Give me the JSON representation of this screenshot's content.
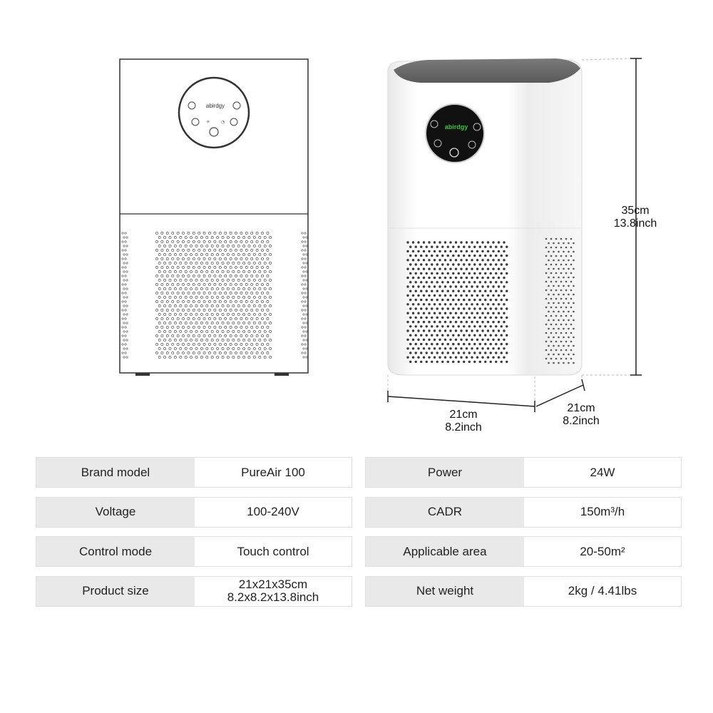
{
  "dimensions": {
    "height_cm": "35cm",
    "height_inch": "13.8inch",
    "width_cm": "21cm",
    "width_inch": "8.2inch",
    "depth_cm": "21cm",
    "depth_inch": "8.2inch"
  },
  "product": {
    "brand_logo": "abirdgy",
    "panel_icons": [
      "timer-icon",
      "reset-icon",
      "fan-icon",
      "sleep-icon",
      "power-icon",
      "auto-icon"
    ]
  },
  "specs_left": [
    {
      "label": "Brand model",
      "value": "PureAir 100"
    },
    {
      "label": "Voltage",
      "value": "100-240V"
    },
    {
      "label": "Control mode",
      "value": "Touch control"
    },
    {
      "label": "Product size",
      "value": "21x21x35cm",
      "value2": "8.2x8.2x13.8inch"
    }
  ],
  "specs_right": [
    {
      "label": "Power",
      "value": "24W"
    },
    {
      "label": "CADR",
      "value": "150m³/h"
    },
    {
      "label": "Applicable area",
      "value": "20-50m²"
    },
    {
      "label": "Net weight",
      "value": "2kg / 4.41lbs"
    }
  ],
  "colors": {
    "label_bg": "#e9e9e9",
    "outline": "#333333",
    "panel_dark": "#1a1a1a",
    "logo_green": "#3cc23c"
  }
}
